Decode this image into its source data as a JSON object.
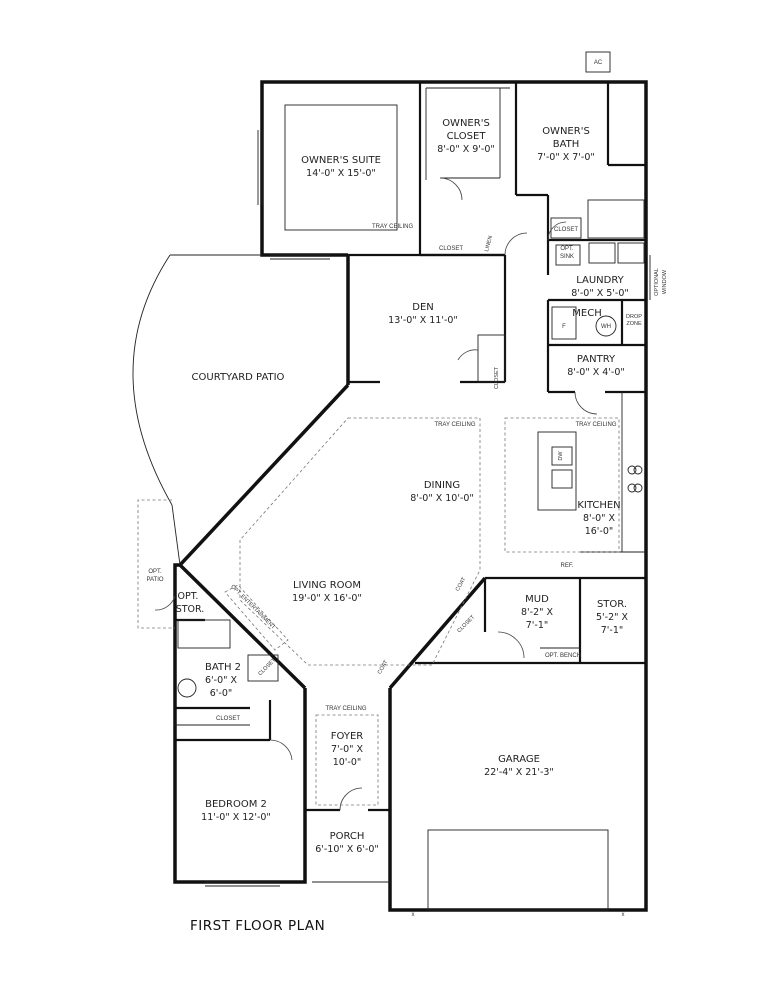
{
  "plan": {
    "title": "FIRST FLOOR PLAN"
  },
  "rooms": {
    "owners_suite": {
      "name": "OWNER'S SUITE",
      "size": "14'-0\" X 15'-0\""
    },
    "owners_closet": {
      "name_line1": "OWNER'S",
      "name_line2": "CLOSET",
      "size": "8'-0\" X 9'-0\""
    },
    "owners_bath": {
      "name_line1": "OWNER'S",
      "name_line2": "BATH",
      "size": "7'-0\" X 7'-0\""
    },
    "den": {
      "name": "DEN",
      "size": "13'-0\" X 11'-0\""
    },
    "laundry": {
      "name": "LAUNDRY",
      "size": "8'-0\" X 5'-0\""
    },
    "mech": {
      "name": "MECH"
    },
    "pantry": {
      "name": "PANTRY",
      "size": "8'-0\" X 4'-0\""
    },
    "courtyard_patio": {
      "name": "COURTYARD PATIO"
    },
    "dining": {
      "name": "DINING",
      "size": "8'-0\" X 10'-0\""
    },
    "kitchen": {
      "name": "KITCHEN",
      "size_line1": "8'-0\" X",
      "size_line2": "16'-0\""
    },
    "living_room": {
      "name": "LIVING ROOM",
      "size": "19'-0\" X 16'-0\""
    },
    "opt_stor": {
      "line1": "OPT.",
      "line2": "STOR."
    },
    "opt_patio": {
      "line1": "OPT.",
      "line2": "PATIO"
    },
    "mud": {
      "name": "MUD",
      "size_line1": "8'-2\" X",
      "size_line2": "7'-1\""
    },
    "stor": {
      "name": "STOR.",
      "size_line1": "5'-2\" X",
      "size_line2": "7'-1\""
    },
    "bath2": {
      "name": "BATH 2",
      "size_line1": "6'-0\" X",
      "size_line2": "6'-0\""
    },
    "foyer": {
      "name": "FOYER",
      "size_line1": "7'-0\" X",
      "size_line2": "10'-0\""
    },
    "garage": {
      "name": "GARAGE",
      "size": "22'-4\" X 21'-3\""
    },
    "bedroom2": {
      "name": "BEDROOM 2",
      "size": "11'-0\" X 12'-0\""
    },
    "porch": {
      "name": "PORCH",
      "size": "6'-10\" X 6'-0\""
    }
  },
  "notes": {
    "ac": "AC",
    "tray_suite": "TRAY CEILING",
    "tray_dining": "TRAY CEILING",
    "tray_kitchen": "TRAY CEILING",
    "tray_foyer": "TRAY CEILING",
    "closet_suite": "CLOSET",
    "closet_bath": "CLOSET",
    "closet_bed2": "CLOSET",
    "closet_den": "CLOSET",
    "closet_mud": "CLOSET",
    "closet_bath2": "CLOSET",
    "linen": "LINEN",
    "opt_sink_line1": "OPT.",
    "opt_sink_line2": "SINK",
    "optional_window_line1": "OPTIONAL",
    "optional_window_line2": "WINDOW",
    "drop_zone_line1": "DROP",
    "drop_zone_line2": "ZONE",
    "opt_bench": "OPT. BENCH",
    "ref": "REF.",
    "opt_entertainment": "OPT. ENTERTAINMENT",
    "coat": "COAT",
    "wh": "WH",
    "f": "F",
    "dw": "DW"
  }
}
